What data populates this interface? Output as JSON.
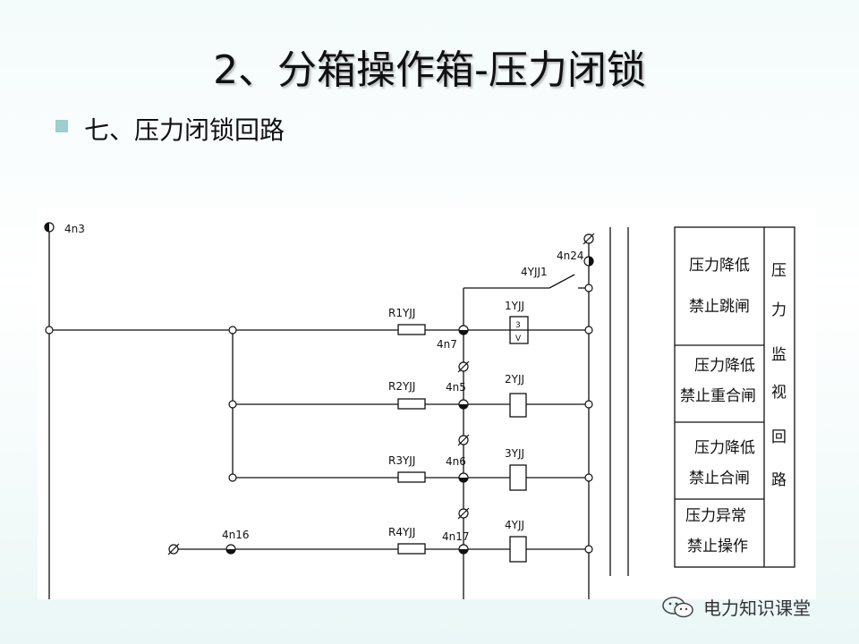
{
  "slide": {
    "title": "2、分箱操作箱-压力闭锁",
    "bullet": "七、压力闭锁回路"
  },
  "diagram": {
    "terminals": {
      "t_4n3": "4n3",
      "t_4n24": "4n24",
      "t_4n7": "4n7",
      "t_4n5": "4n5",
      "t_4n6": "4n6",
      "t_4n16": "4n16",
      "t_4n17": "4n17"
    },
    "resistors": [
      "R1YJJ",
      "R2YJJ",
      "R3YJJ",
      "R4YJJ"
    ],
    "relays": [
      "1YJJ",
      "2YJJ",
      "3YJJ",
      "4YJJ"
    ],
    "contact": "4YJJ1",
    "relay1_marks": [
      "3",
      "V"
    ],
    "functions": [
      {
        "line1": "压力降低",
        "line2": "禁止跳闸"
      },
      {
        "line1": "压力降低",
        "line2": "禁止重合闸"
      },
      {
        "line1": "压力降低",
        "line2": "禁止合闸"
      },
      {
        "line1": "压力异常",
        "line2": "禁止操作"
      }
    ],
    "side_label": [
      "压",
      "力",
      "监",
      "视",
      "回",
      "路"
    ]
  },
  "watermark": {
    "text": "电力知识课堂",
    "icon": "wechat-icon"
  },
  "colors": {
    "bullet": "#9ccfd0",
    "line": "#111111"
  }
}
